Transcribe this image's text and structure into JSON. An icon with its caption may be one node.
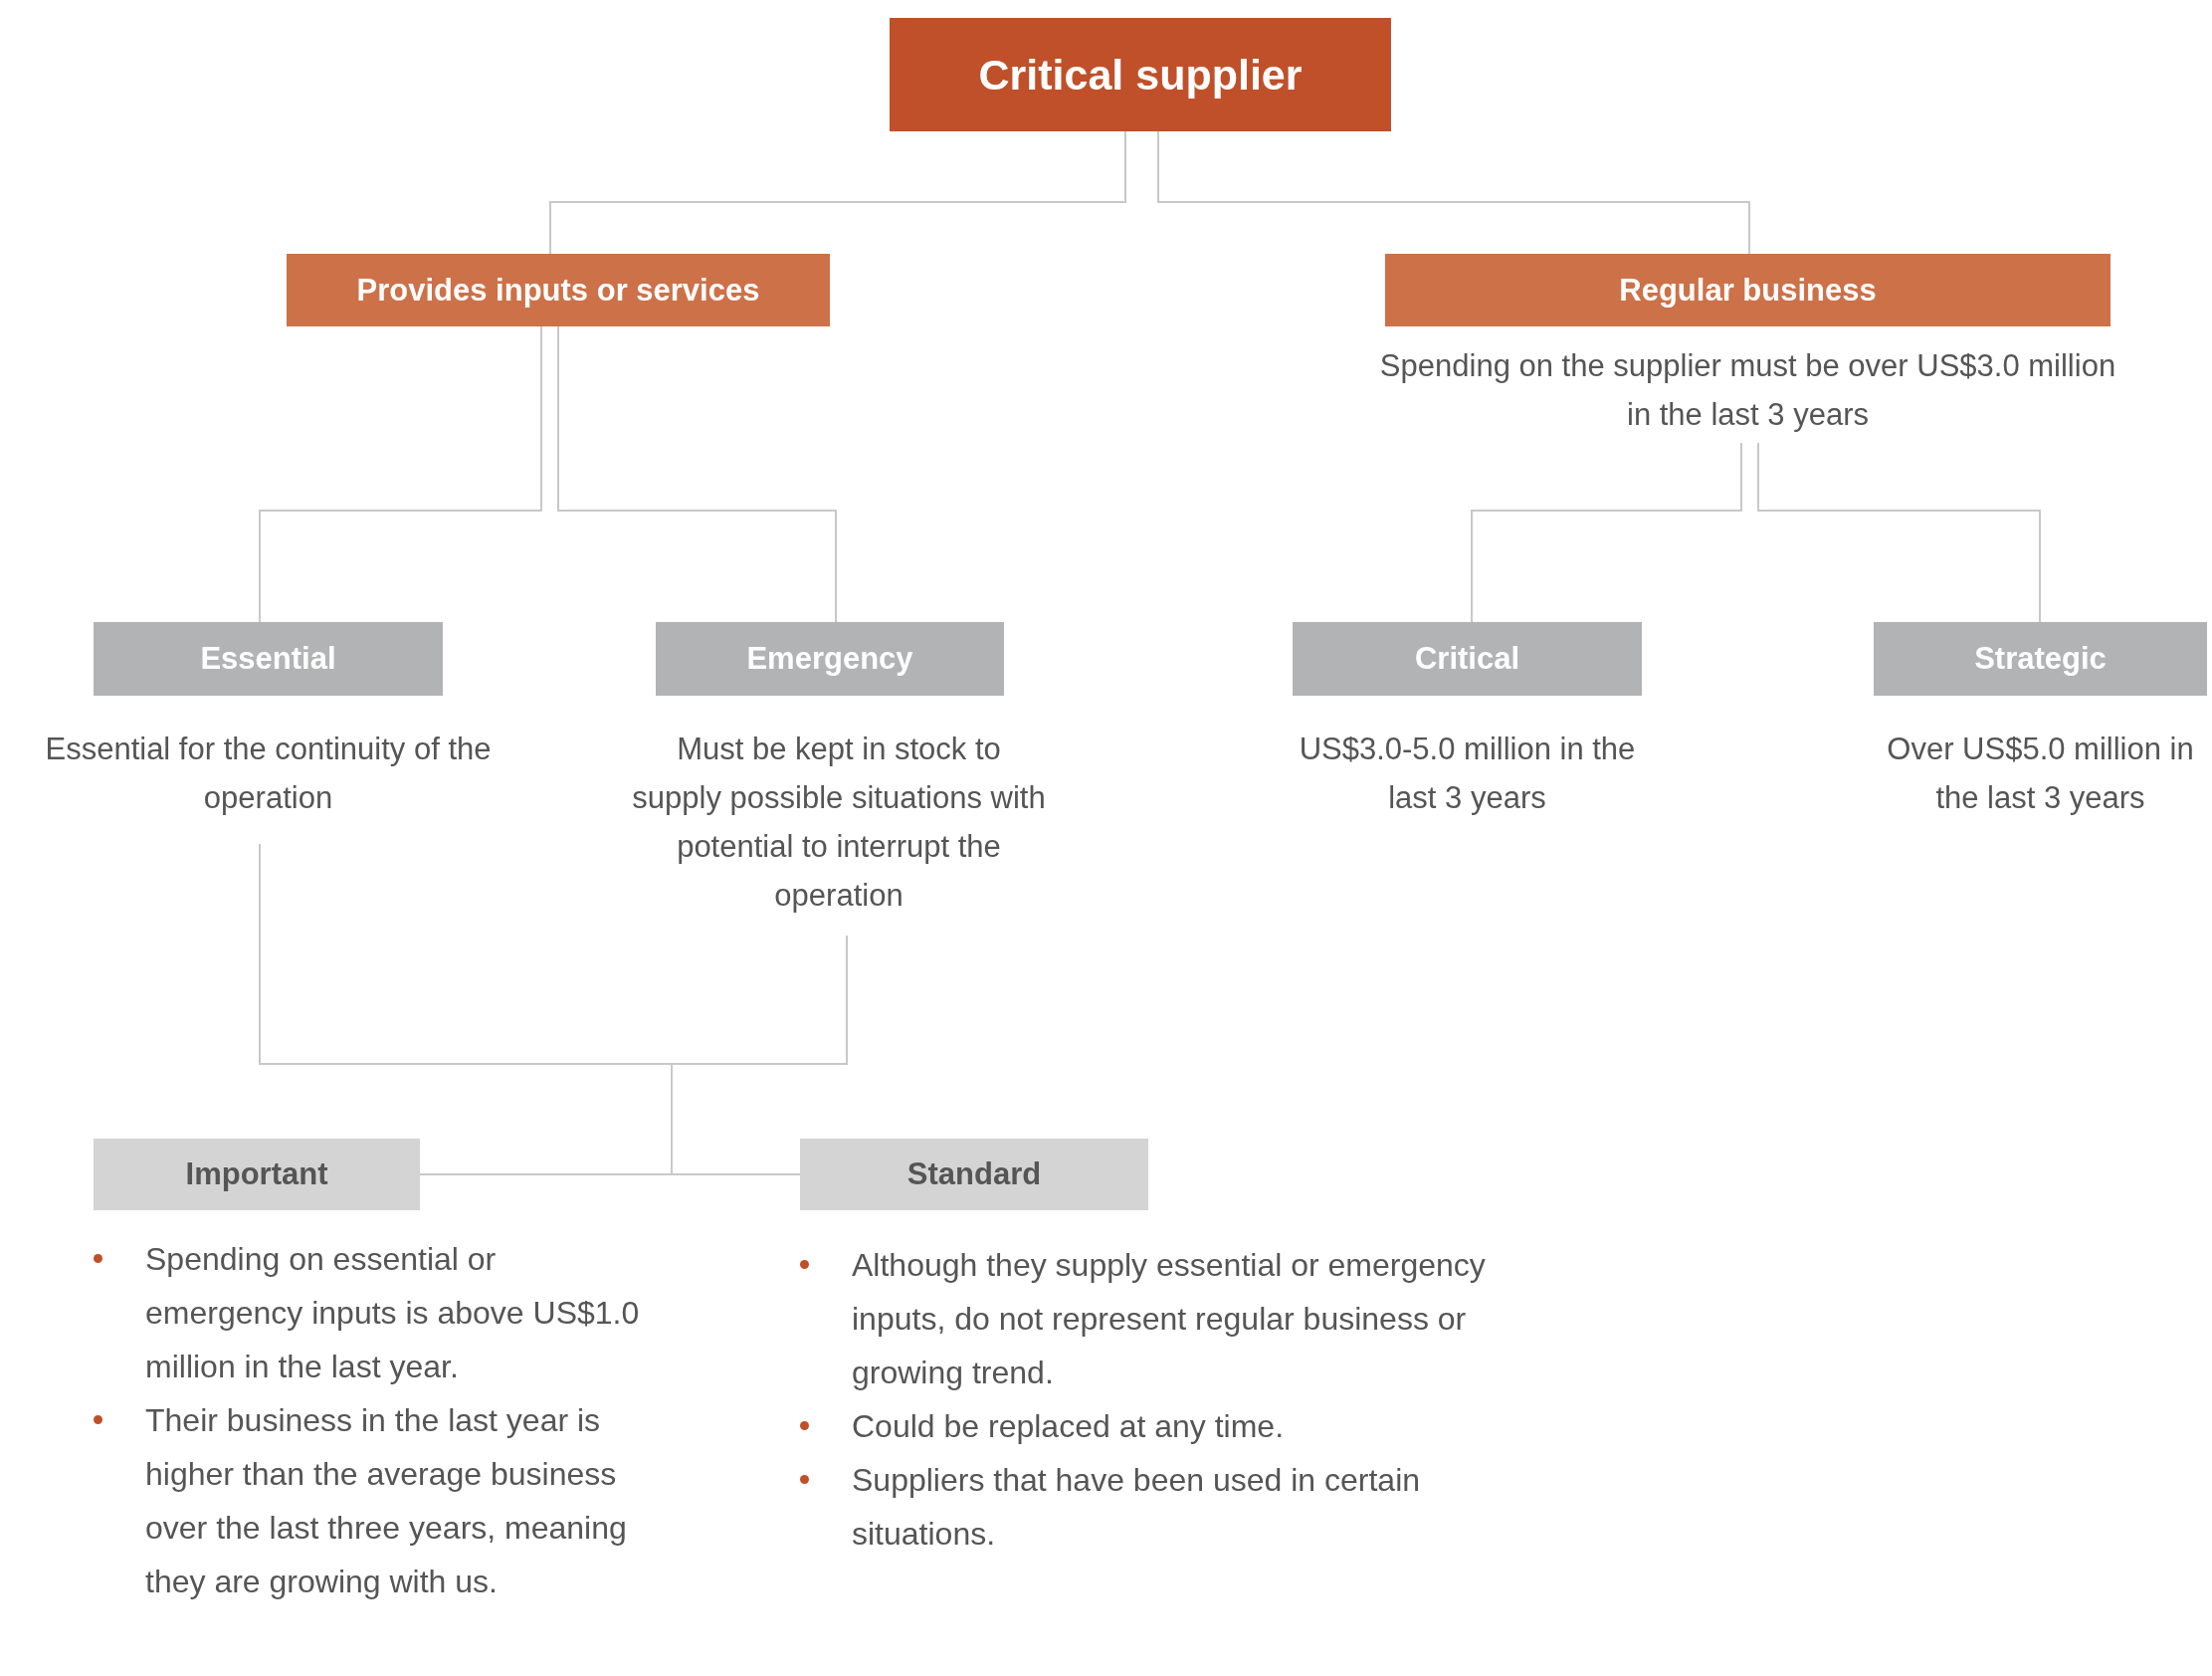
{
  "diagram": {
    "nodes": [
      {
        "text": [
          "Critical supplier"
        ]
      },
      {
        "text": [
          "Provides inputs or services"
        ]
      },
      {
        "text": [
          "Regular business"
        ],
        "beside": [
          "Spending on the supplier must be over US$3.0 million in the last 3 years"
        ]
      },
      {
        "text": [
          "Essential"
        ],
        "beside": [
          "Essential for the continuity of the operation"
        ]
      },
      {
        "text": [
          "Emergency"
        ],
        "beside": [
          "Must be kept in stock to supply possible situations with potential to interrupt the operation"
        ]
      },
      {
        "text": [
          "Critical"
        ],
        "beside": [
          "US$3.0-5.0 million in the last 3 years"
        ]
      },
      {
        "text": [
          "Strategic"
        ],
        "beside": [
          "Over US$5.0 million in the last 3 years"
        ]
      },
      {
        "text": [
          "Important",
          "Spending on essential or emergency inputs is above US$1.0 million in the last year.",
          "Their business in the last year is higher than the average business over the last three years, meaning they are growing with us."
        ]
      },
      {
        "text": [
          "Standard",
          "Although they supply essential or emergency inputs, do not represent regular business or growing trend.",
          "Could be replaced at any time.",
          "Suppliers that have been used in certain situations."
        ]
      }
    ],
    "edges": [
      {
        "from": 0,
        "to": 1,
        "arrow": "none"
      },
      {
        "from": 0,
        "to": 2,
        "arrow": "none"
      },
      {
        "from": 1,
        "to": 3,
        "arrow": "none"
      },
      {
        "from": 1,
        "to": 4,
        "arrow": "none"
      },
      {
        "from": 2,
        "to": 5,
        "arrow": "none"
      },
      {
        "from": 2,
        "to": 6,
        "arrow": "none"
      },
      {
        "from": 3,
        "to": 7,
        "arrow": "none"
      },
      {
        "from": 3,
        "to": 8,
        "arrow": "none"
      },
      {
        "from": 4,
        "to": 7,
        "arrow": "none"
      },
      {
        "from": 4,
        "to": 8,
        "arrow": "none"
      }
    ]
  }
}
